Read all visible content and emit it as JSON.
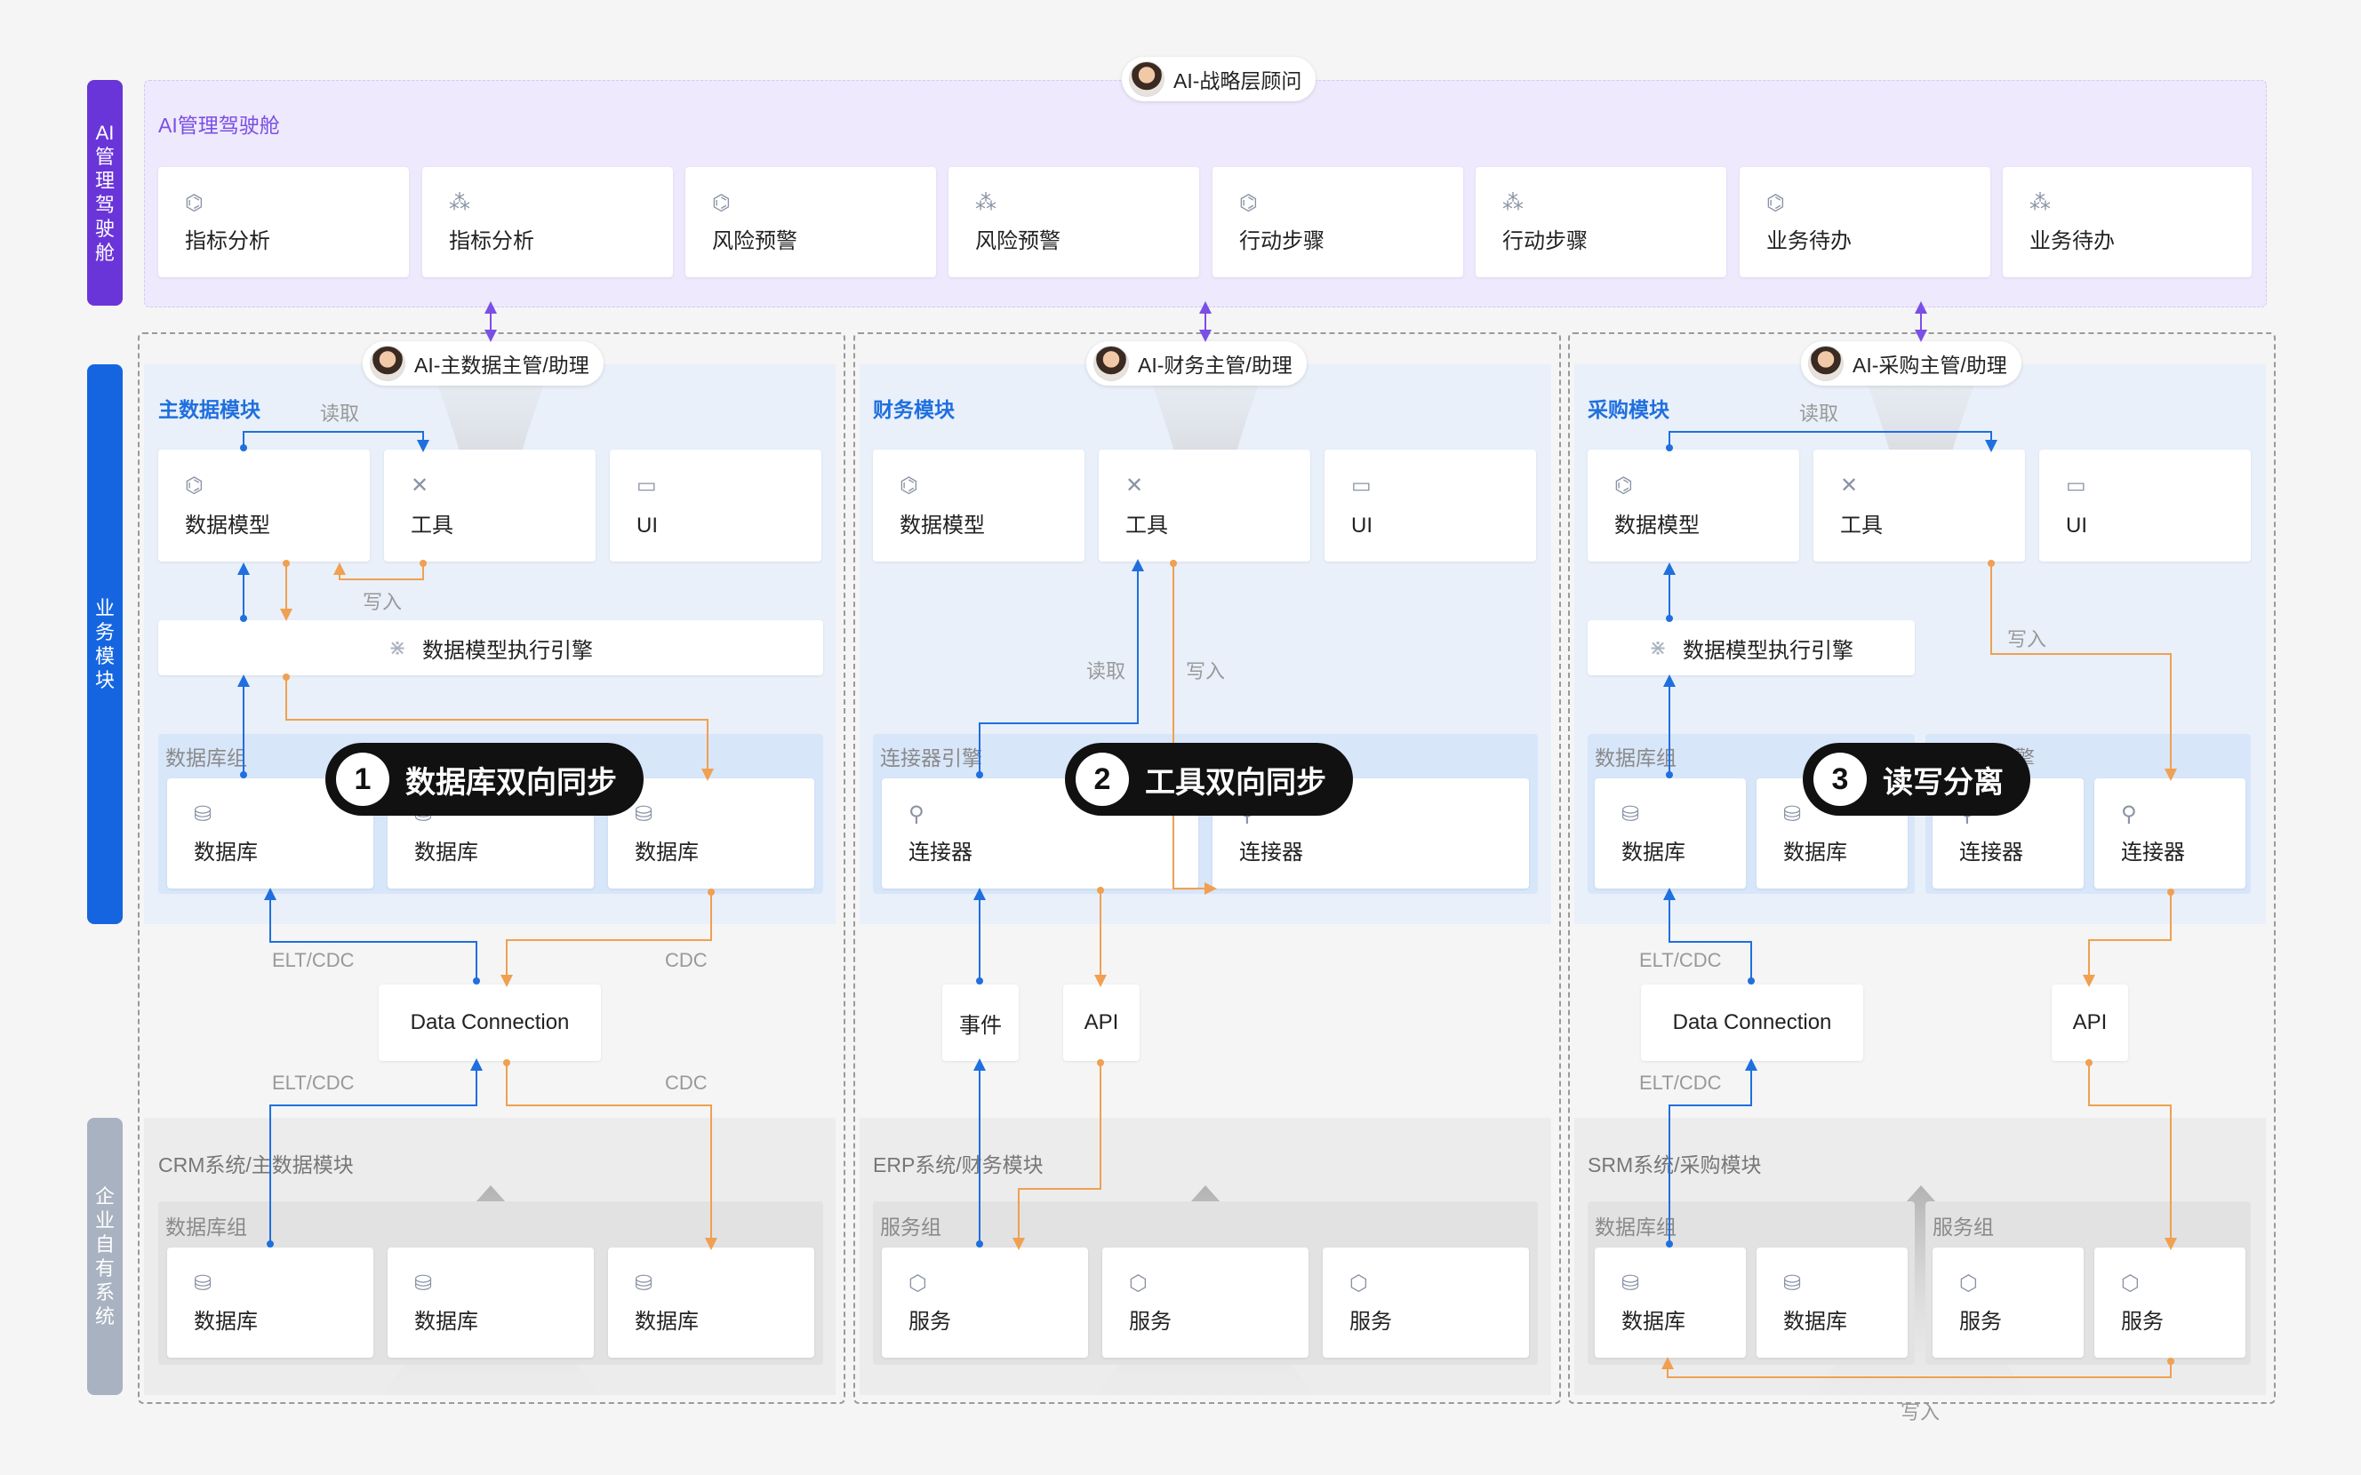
{
  "side_labels": {
    "cockpit": "AI管理驾驶舱",
    "business": "业务模块",
    "enterprise": "企业自有系统"
  },
  "cockpit": {
    "title": "AI管理驾驶舱",
    "advisor": "AI-战略层顾问",
    "cards": [
      "指标分析",
      "指标分析",
      "风险预警",
      "风险预警",
      "行动步骤",
      "行动步骤",
      "业务待办",
      "业务待办"
    ]
  },
  "columns": {
    "master": {
      "persona": "AI-主数据主管/助理",
      "title": "主数据模块",
      "cards": {
        "model": "数据模型",
        "tool": "工具",
        "ui": "UI"
      },
      "engine": "数据模型执行引擎",
      "group": "数据库组",
      "dbs": [
        "数据库",
        "数据库",
        "数据库"
      ],
      "data_connection": "Data Connection",
      "system_title": "CRM系统/主数据模块",
      "sys_group": "数据库组",
      "sys_dbs": [
        "数据库",
        "数据库",
        "数据库"
      ],
      "labels": {
        "read": "读取",
        "write": "写入",
        "elt1": "ELT/CDC",
        "cdc1": "CDC",
        "elt2": "ELT/CDC",
        "cdc2": "CDC"
      }
    },
    "finance": {
      "persona": "AI-财务主管/助理",
      "title": "财务模块",
      "cards": {
        "model": "数据模型",
        "tool": "工具",
        "ui": "UI"
      },
      "group": "连接器引擎",
      "connectors": [
        "连接器",
        "连接器"
      ],
      "event": "事件",
      "api": "API",
      "system_title": "ERP系统/财务模块",
      "sys_group": "服务组",
      "services": [
        "服务",
        "服务",
        "服务"
      ],
      "labels": {
        "read": "读取",
        "write": "写入"
      }
    },
    "purchase": {
      "persona": "AI-采购主管/助理",
      "title": "采购模块",
      "cards": {
        "model": "数据模型",
        "tool": "工具",
        "ui": "UI"
      },
      "engine": "数据模型执行引擎",
      "group_db": "数据库组",
      "group_conn": "连接器引擎",
      "dbs": [
        "数据库",
        "数据库"
      ],
      "connectors": [
        "连接器",
        "连接器"
      ],
      "data_connection": "Data Connection",
      "api": "API",
      "system_title": "SRM系统/采购模块",
      "sys_group_db": "数据库组",
      "sys_group_svc": "服务组",
      "sys_dbs": [
        "数据库",
        "数据库"
      ],
      "services": [
        "服务",
        "服务"
      ],
      "labels": {
        "read": "读取",
        "write": "写入",
        "elt1": "ELT/CDC",
        "elt2": "ELT/CDC",
        "write_bottom": "写入"
      }
    }
  },
  "badges": [
    {
      "num": "1",
      "text": "数据库双向同步"
    },
    {
      "num": "2",
      "text": "工具双向同步"
    },
    {
      "num": "3",
      "text": "读写分离"
    }
  ],
  "colors": {
    "blue": "#1f6fde",
    "orange": "#f0a050",
    "purple": "#7a4fe6",
    "side_blue": "#1565e0",
    "side_purple": "#6a35d8",
    "side_grey": "#a9b2c0"
  }
}
